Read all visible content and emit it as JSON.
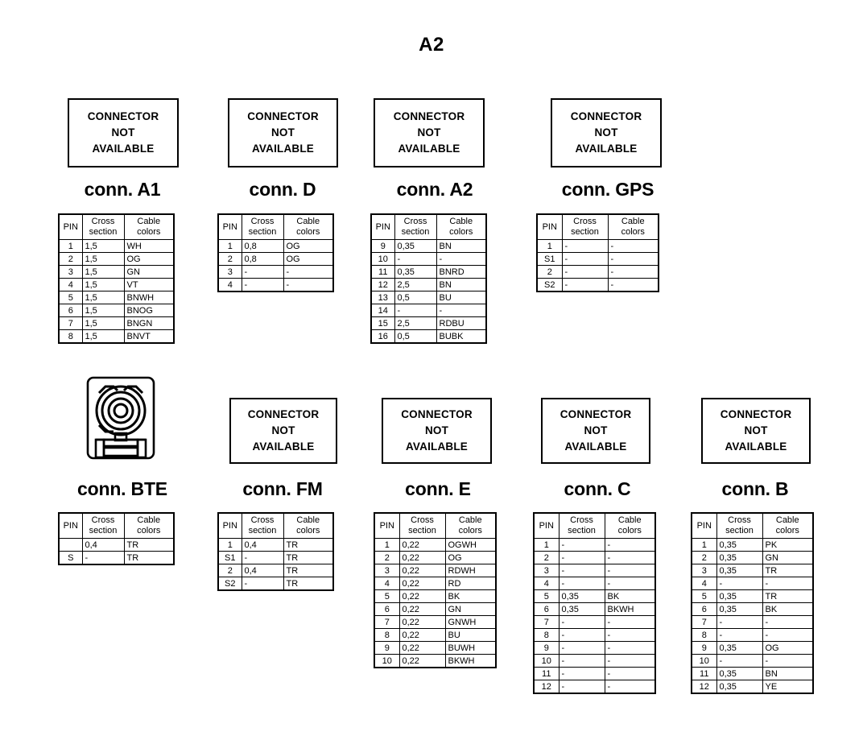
{
  "title": "A2",
  "not_available_box": {
    "line1": "CONNECTOR",
    "line2": "NOT",
    "line3": "AVAILABLE"
  },
  "table_headers": {
    "pin": "PIN",
    "cross": "Cross",
    "section": "section",
    "cable": "Cable",
    "colors": "colors"
  },
  "connectors": [
    {
      "id": "a1",
      "label": "conn. A1",
      "image": "connector-not-available",
      "rows": [
        {
          "pin": "1",
          "section": "1,5",
          "color": "WH"
        },
        {
          "pin": "2",
          "section": "1,5",
          "color": "OG"
        },
        {
          "pin": "3",
          "section": "1,5",
          "color": "GN"
        },
        {
          "pin": "4",
          "section": "1,5",
          "color": "VT"
        },
        {
          "pin": "5",
          "section": "1,5",
          "color": "BNWH"
        },
        {
          "pin": "6",
          "section": "1,5",
          "color": "BNOG"
        },
        {
          "pin": "7",
          "section": "1,5",
          "color": "BNGN"
        },
        {
          "pin": "8",
          "section": "1,5",
          "color": "BNVT"
        }
      ]
    },
    {
      "id": "d",
      "label": "conn. D",
      "image": "connector-not-available",
      "rows": [
        {
          "pin": "1",
          "section": "0,8",
          "color": "OG"
        },
        {
          "pin": "2",
          "section": "0,8",
          "color": "OG"
        },
        {
          "pin": "3",
          "section": "-",
          "color": "-"
        },
        {
          "pin": "4",
          "section": "-",
          "color": "-"
        }
      ]
    },
    {
      "id": "a2",
      "label": "conn. A2",
      "image": "connector-not-available",
      "rows": [
        {
          "pin": "9",
          "section": "0,35",
          "color": "BN"
        },
        {
          "pin": "10",
          "section": "-",
          "color": "-"
        },
        {
          "pin": "11",
          "section": "0,35",
          "color": "BNRD"
        },
        {
          "pin": "12",
          "section": "2,5",
          "color": "BN"
        },
        {
          "pin": "13",
          "section": "0,5",
          "color": "BU"
        },
        {
          "pin": "14",
          "section": "-",
          "color": "-"
        },
        {
          "pin": "15",
          "section": "2,5",
          "color": "RDBU"
        },
        {
          "pin": "16",
          "section": "0,5",
          "color": "BUBK"
        }
      ]
    },
    {
      "id": "gps",
      "label": "conn. GPS",
      "image": "connector-not-available",
      "rows": [
        {
          "pin": "1",
          "section": "-",
          "color": "-"
        },
        {
          "pin": "S1",
          "section": "-",
          "color": "-"
        },
        {
          "pin": "2",
          "section": "-",
          "color": "-"
        },
        {
          "pin": "S2",
          "section": "-",
          "color": "-"
        }
      ]
    },
    {
      "id": "bte",
      "label": "conn. BTE",
      "image": "coaxial-connector-drawing",
      "rows": [
        {
          "pin": "",
          "section": "0,4",
          "color": "TR"
        },
        {
          "pin": "S",
          "section": "-",
          "color": "TR"
        }
      ]
    },
    {
      "id": "fm",
      "label": "conn. FM",
      "image": "connector-not-available",
      "rows": [
        {
          "pin": "1",
          "section": "0,4",
          "color": "TR"
        },
        {
          "pin": "S1",
          "section": "-",
          "color": "TR"
        },
        {
          "pin": "2",
          "section": "0,4",
          "color": "TR"
        },
        {
          "pin": "S2",
          "section": "-",
          "color": "TR"
        }
      ]
    },
    {
      "id": "e",
      "label": "conn. E",
      "image": "connector-not-available",
      "rows": [
        {
          "pin": "1",
          "section": "0,22",
          "color": "OGWH"
        },
        {
          "pin": "2",
          "section": "0,22",
          "color": "OG"
        },
        {
          "pin": "3",
          "section": "0,22",
          "color": "RDWH"
        },
        {
          "pin": "4",
          "section": "0,22",
          "color": "RD"
        },
        {
          "pin": "5",
          "section": "0,22",
          "color": "BK"
        },
        {
          "pin": "6",
          "section": "0,22",
          "color": "GN"
        },
        {
          "pin": "7",
          "section": "0,22",
          "color": "GNWH"
        },
        {
          "pin": "8",
          "section": "0,22",
          "color": "BU"
        },
        {
          "pin": "9",
          "section": "0,22",
          "color": "BUWH"
        },
        {
          "pin": "10",
          "section": "0,22",
          "color": "BKWH"
        }
      ]
    },
    {
      "id": "c",
      "label": "conn. C",
      "image": "connector-not-available",
      "rows": [
        {
          "pin": "1",
          "section": "-",
          "color": "-"
        },
        {
          "pin": "2",
          "section": "-",
          "color": "-"
        },
        {
          "pin": "3",
          "section": "-",
          "color": "-"
        },
        {
          "pin": "4",
          "section": "-",
          "color": "-"
        },
        {
          "pin": "5",
          "section": "0,35",
          "color": "BK"
        },
        {
          "pin": "6",
          "section": "0,35",
          "color": "BKWH"
        },
        {
          "pin": "7",
          "section": "-",
          "color": "-"
        },
        {
          "pin": "8",
          "section": "-",
          "color": "-"
        },
        {
          "pin": "9",
          "section": "-",
          "color": "-"
        },
        {
          "pin": "10",
          "section": "-",
          "color": "-"
        },
        {
          "pin": "11",
          "section": "-",
          "color": "-"
        },
        {
          "pin": "12",
          "section": "-",
          "color": "-"
        }
      ]
    },
    {
      "id": "b",
      "label": "conn. B",
      "image": "connector-not-available",
      "rows": [
        {
          "pin": "1",
          "section": "0,35",
          "color": "PK"
        },
        {
          "pin": "2",
          "section": "0,35",
          "color": "GN"
        },
        {
          "pin": "3",
          "section": "0,35",
          "color": "TR"
        },
        {
          "pin": "4",
          "section": "-",
          "color": "-"
        },
        {
          "pin": "5",
          "section": "0,35",
          "color": "TR"
        },
        {
          "pin": "6",
          "section": "0,35",
          "color": "BK"
        },
        {
          "pin": "7",
          "section": "-",
          "color": "-"
        },
        {
          "pin": "8",
          "section": "-",
          "color": "-"
        },
        {
          "pin": "9",
          "section": "0,35",
          "color": "OG"
        },
        {
          "pin": "10",
          "section": "-",
          "color": "-"
        },
        {
          "pin": "11",
          "section": "0,35",
          "color": "BN"
        },
        {
          "pin": "12",
          "section": "0,35",
          "color": "YE"
        }
      ]
    }
  ],
  "colors": {
    "ink": "#000000",
    "paper": "#ffffff"
  }
}
